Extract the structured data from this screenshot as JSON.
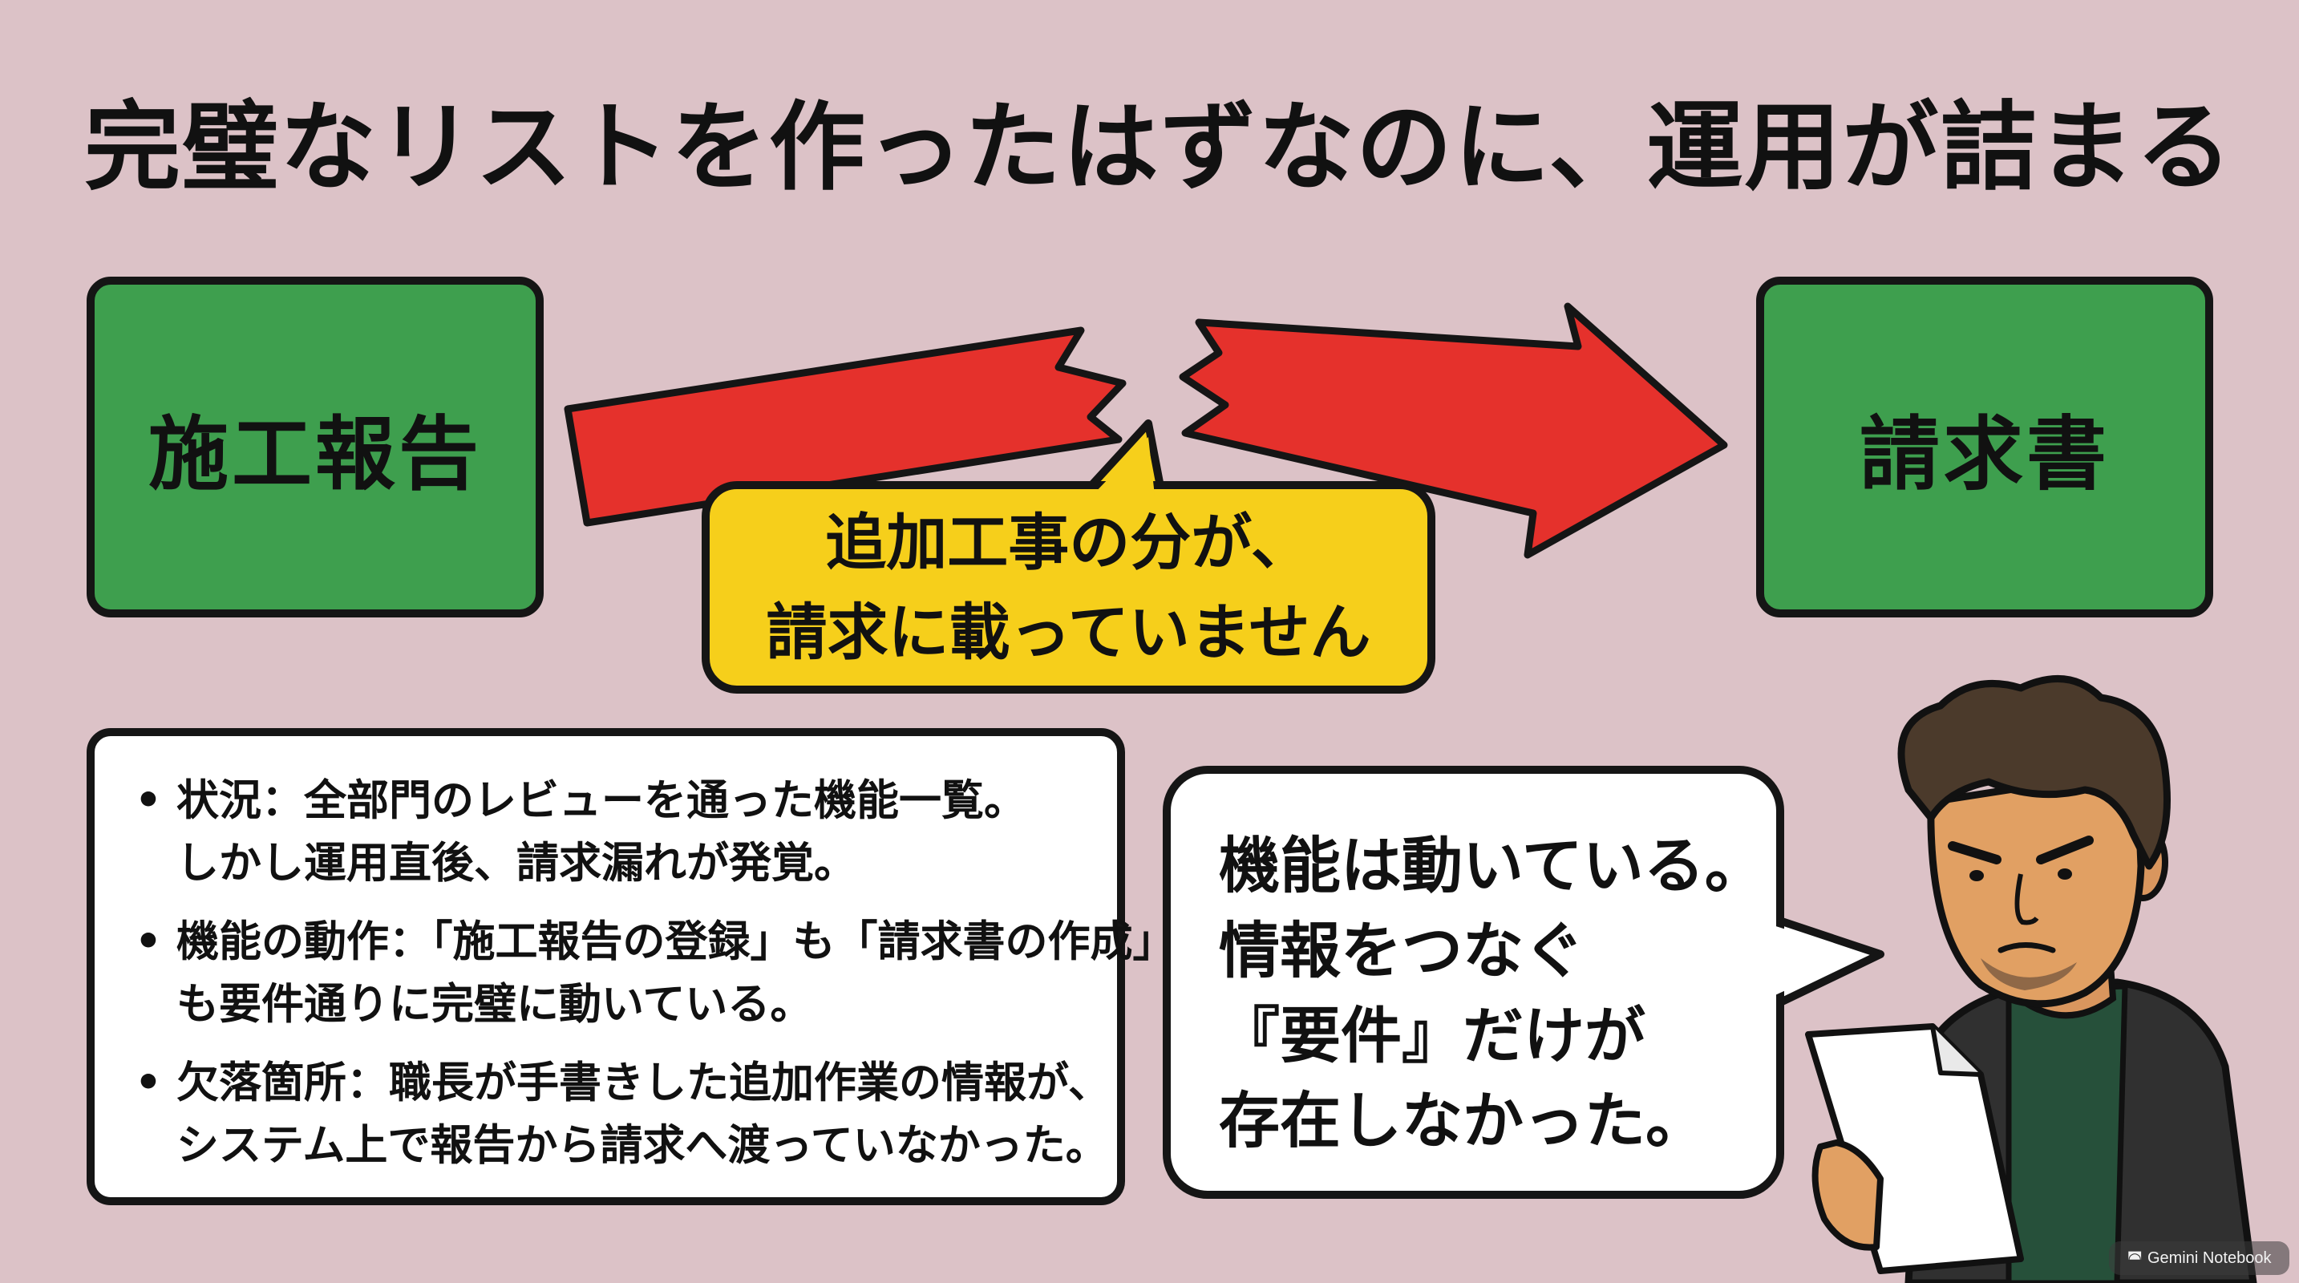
{
  "title": "完璧なリストを作ったはずなのに、運用が詰まる",
  "flow": {
    "left_box": "施工報告",
    "right_box": "請求書"
  },
  "callout": {
    "line1": "追加工事の分が、",
    "line2": "請求に載っていません"
  },
  "bullets": [
    {
      "dot": "•",
      "lines": [
        "状況：全部門のレビューを通った機能一覧。",
        "しかし運用直後、請求漏れが発覚。"
      ]
    },
    {
      "dot": "•",
      "lines": [
        "機能の動作：「施工報告の登録」も「請求書の作成」",
        "も要件通りに完璧に動いている。"
      ]
    },
    {
      "dot": "•",
      "lines": [
        "欠落箇所：職長が手書きした追加作業の情報が、",
        "システム上で報告から請求へ渡っていなかった。"
      ]
    }
  ],
  "speech": {
    "lines": [
      "機能は動いている。",
      "情報をつなぐ",
      "『要件』だけが",
      "存在しなかった。"
    ]
  },
  "watermark": "Gemini Notebook",
  "colors": {
    "background": "#dcc2c7",
    "box_green": "#3e9f4e",
    "arrow_red": "#e5312c",
    "callout_yellow": "#f6cf1b"
  }
}
